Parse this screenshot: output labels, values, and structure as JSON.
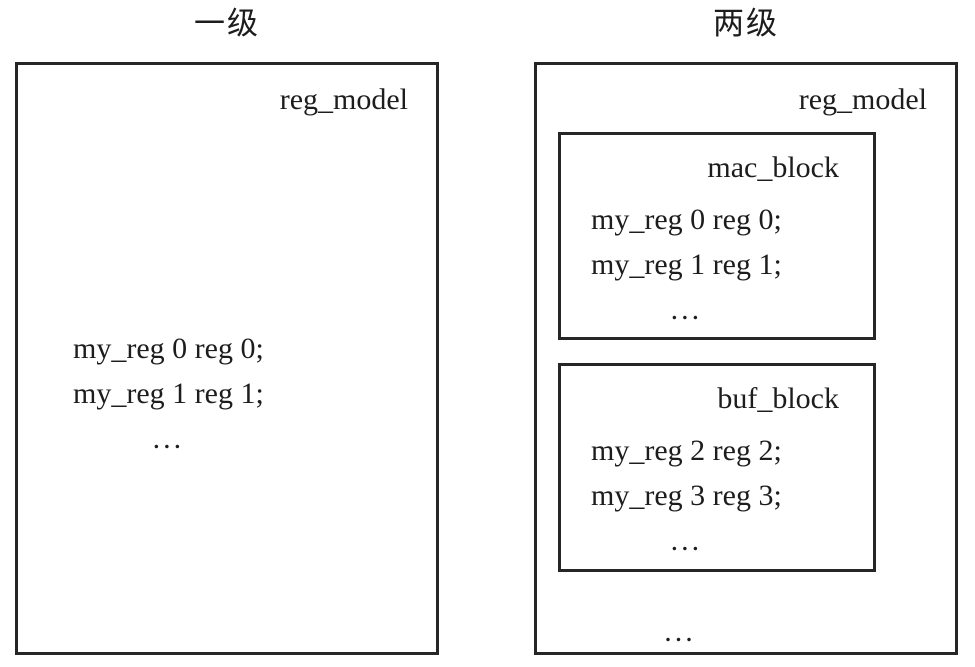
{
  "colors": {
    "border": "#262626",
    "text": "#1d1d1d",
    "background": "#ffffff"
  },
  "left_panel": {
    "title": "一级",
    "box_label": "reg_model",
    "lines": [
      "my_reg 0 reg 0;",
      "my_reg 1 reg 1;"
    ],
    "ellipsis": "..."
  },
  "right_panel": {
    "title": "两级",
    "box_label": "reg_model",
    "blocks": [
      {
        "label": "mac_block",
        "lines": [
          "my_reg 0 reg 0;",
          "my_reg 1 reg 1;"
        ],
        "ellipsis": "..."
      },
      {
        "label": "buf_block",
        "lines": [
          "my_reg 2 reg 2;",
          "my_reg 3 reg 3;"
        ],
        "ellipsis": "..."
      }
    ],
    "ellipsis": "..."
  }
}
